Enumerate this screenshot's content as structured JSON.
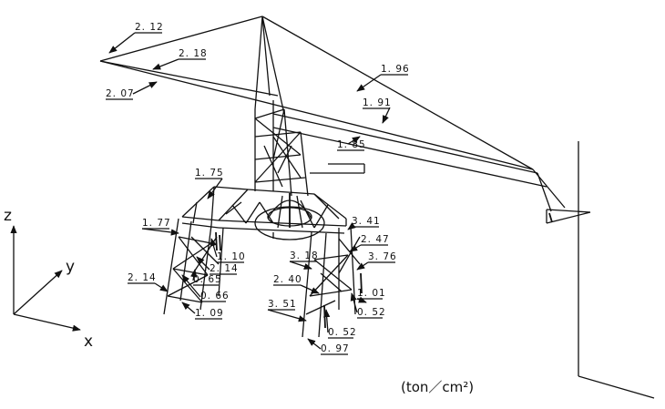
{
  "axes": {
    "z": "z",
    "y": "y",
    "x": "x"
  },
  "unit": "(ton／cm²)",
  "labels": [
    "2.12",
    "2.18",
    "2.07",
    "1.96",
    "1.91",
    "1.85",
    "1.75",
    "1.77",
    "1.10",
    "2.14",
    "0.65",
    "2.14",
    "0.66",
    "1.09",
    "3.41",
    "2.47",
    "3.18",
    "3.76",
    "2.40",
    "1.01",
    "0.52",
    "3.51",
    "0.52",
    "0.97"
  ]
}
